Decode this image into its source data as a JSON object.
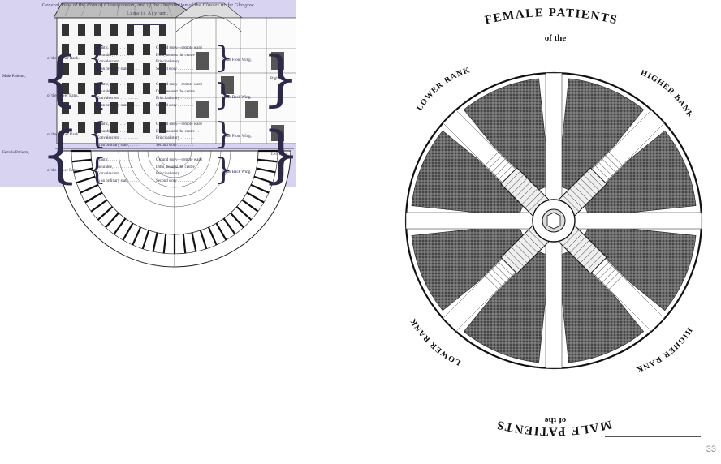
{
  "slide": {
    "page_number": "33"
  },
  "radial_plan": {
    "top_title": "FEMALE PATIENTS",
    "top_subtitle": "of the",
    "bottom_title": "MALE PATIENTS",
    "bottom_subtitle": "of the",
    "upper_left": "LOWER RANK",
    "upper_right": "HIGHER BANK",
    "lower_left": "LOWER RANK",
    "lower_right": "HIGHER RANK"
  },
  "classification": {
    "title": "General View of the Plan of Classification, and of the Distribution of the Classes in the Glasgow",
    "subtitle": "Lunatic Asylum.",
    "male_label": "Male Patients,",
    "female_label": "Female Patients,",
    "higher_rank": "of the Higher Rank.",
    "lower_rank": "of the Lower Rank.",
    "front_wing": "of the Front Wing.",
    "back_wing": "of the Back Wing.",
    "right_hand": "Right Ha",
    "left_hand": "Left Hand.",
    "states": [
      "Frantic, . . . . . . . . . . .",
      "Incurable, . . . . . . . . . .",
      "Convalescent, . . . . . . . . .",
      "In an ordinary state, . . . . ."
    ],
    "locations": [
      "Ground story—remote ward",
      "Ditto, nearest the centre . .",
      "Principal story . . . . . . .",
      "Second story . . . . . . . ."
    ]
  }
}
